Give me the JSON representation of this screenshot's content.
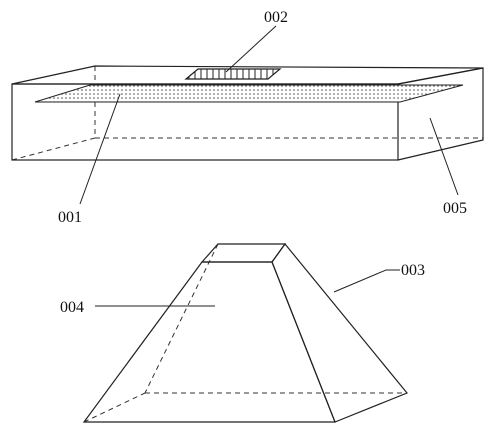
{
  "labels": {
    "film": "001",
    "grating": "002",
    "pyramid": "003",
    "face": "004",
    "box": "005"
  }
}
